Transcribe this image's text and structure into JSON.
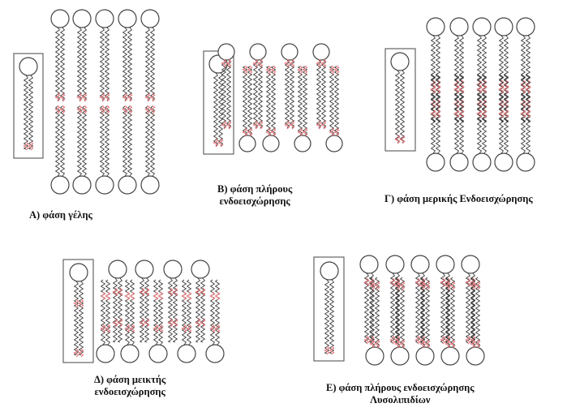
{
  "panels": [
    {
      "id": "A",
      "caption_lines": [
        "A) φάση γέλης"
      ]
    },
    {
      "id": "B",
      "caption_lines": [
        "Β) φάση πλήρους",
        "ενδοεισχώρησης"
      ]
    },
    {
      "id": "G",
      "caption_lines": [
        "Γ) φάση μερικής Ενδοεισχώρησης"
      ]
    },
    {
      "id": "D",
      "caption_lines": [
        "Δ) φάση μεικτής",
        "ενδοεισχώρησης"
      ]
    },
    {
      "id": "E",
      "caption_lines": [
        "Ε) φάση πλήρους ενδοεισχώρησης",
        "Λυσολιπιδίων"
      ]
    }
  ],
  "colors": {
    "tail": "#3a3a3a",
    "kink": "#e8797d",
    "head_stroke": "#444444",
    "box": "#555555"
  }
}
